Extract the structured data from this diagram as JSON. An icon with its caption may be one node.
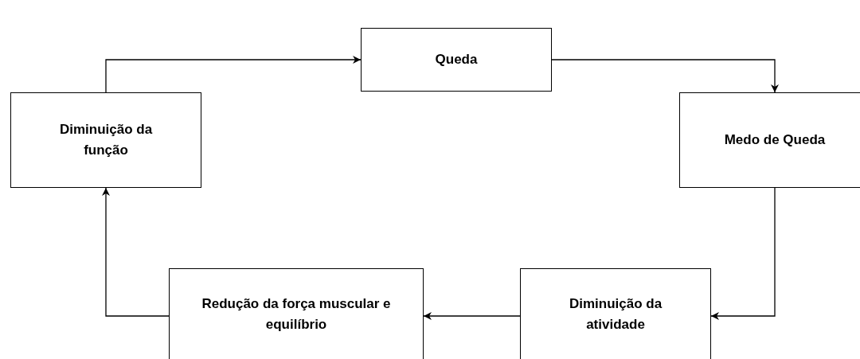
{
  "diagram": {
    "nodes": [
      {
        "text": [
          "Queda"
        ]
      },
      {
        "text": [
          "Medo de Queda"
        ]
      },
      {
        "text": [
          "Diminuição da função"
        ]
      },
      {
        "text": [
          "Redução da força muscular e equilíbrio"
        ]
      },
      {
        "text": [
          "Diminuição da atividade"
        ]
      }
    ],
    "edges": [
      {
        "from": 2,
        "to": 0,
        "arrow": "to"
      },
      {
        "from": 0,
        "to": 1,
        "arrow": "to"
      },
      {
        "from": 1,
        "to": 4,
        "arrow": "to"
      },
      {
        "from": 4,
        "to": 3,
        "arrow": "to"
      },
      {
        "from": 3,
        "to": 2,
        "arrow": "to"
      }
    ]
  }
}
